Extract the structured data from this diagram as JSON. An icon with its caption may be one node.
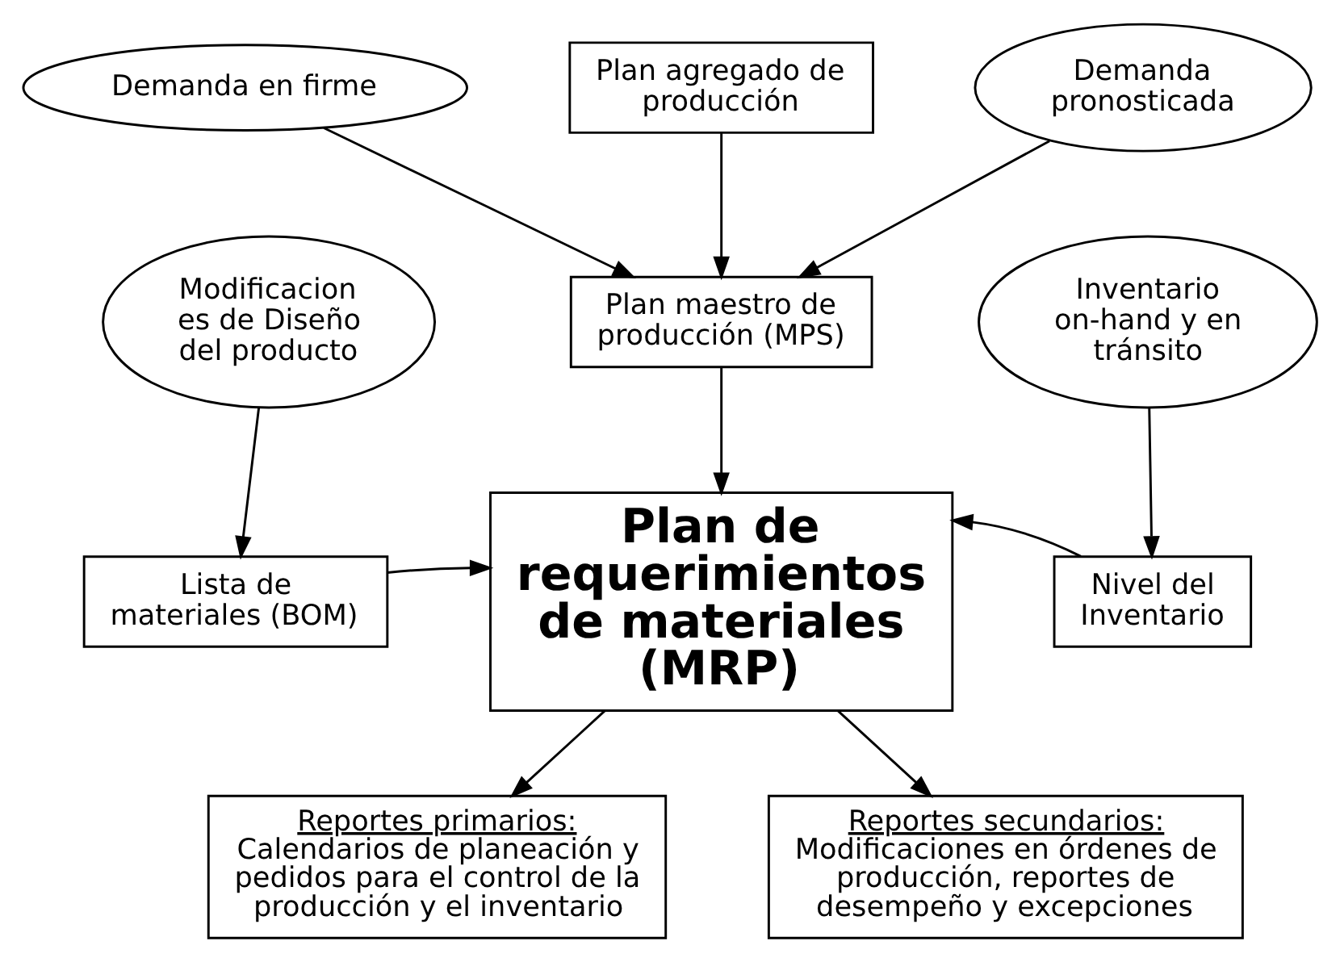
{
  "diagram": {
    "nodes": [
      {
        "text": [
          "Plan agregado de producción"
        ]
      },
      {
        "text": [
          "Demanda en firme"
        ]
      },
      {
        "text": [
          "Demanda pronosticada"
        ]
      },
      {
        "text": [
          "Plan maestro de producción (MPS)"
        ]
      },
      {
        "text": [
          "Modificacion es de Diseño del producto"
        ]
      },
      {
        "text": [
          "Inventario on-hand y en tránsito"
        ]
      },
      {
        "text": [
          "Lista de materiales (BOM)"
        ]
      },
      {
        "text": [
          "Plan de requerimientos de materiales (MRP)"
        ]
      },
      {
        "text": [
          "Nivel del Inventario"
        ]
      },
      {
        "text": [
          "Reportes primarios:",
          "Calendarios de planeación y pedidos para el control de la producción y el inventario"
        ]
      },
      {
        "text": [
          "Reportes secundarios:",
          "Modificaciones en órdenes de producción, reportes de desempeño y excepciones"
        ]
      }
    ],
    "edges": [
      {
        "from": 0,
        "to": 3,
        "arrow": "to"
      },
      {
        "from": 1,
        "to": 3,
        "arrow": "to"
      },
      {
        "from": 2,
        "to": 3,
        "arrow": "to"
      },
      {
        "from": 3,
        "to": 7,
        "arrow": "to"
      },
      {
        "from": 4,
        "to": 6,
        "arrow": "to"
      },
      {
        "from": 5,
        "to": 8,
        "arrow": "to"
      },
      {
        "from": 6,
        "to": 7,
        "arrow": "to"
      },
      {
        "from": 8,
        "to": 7,
        "arrow": "to"
      },
      {
        "from": 7,
        "to": 9,
        "arrow": "to"
      },
      {
        "from": 7,
        "to": 10,
        "arrow": "to"
      }
    ]
  }
}
